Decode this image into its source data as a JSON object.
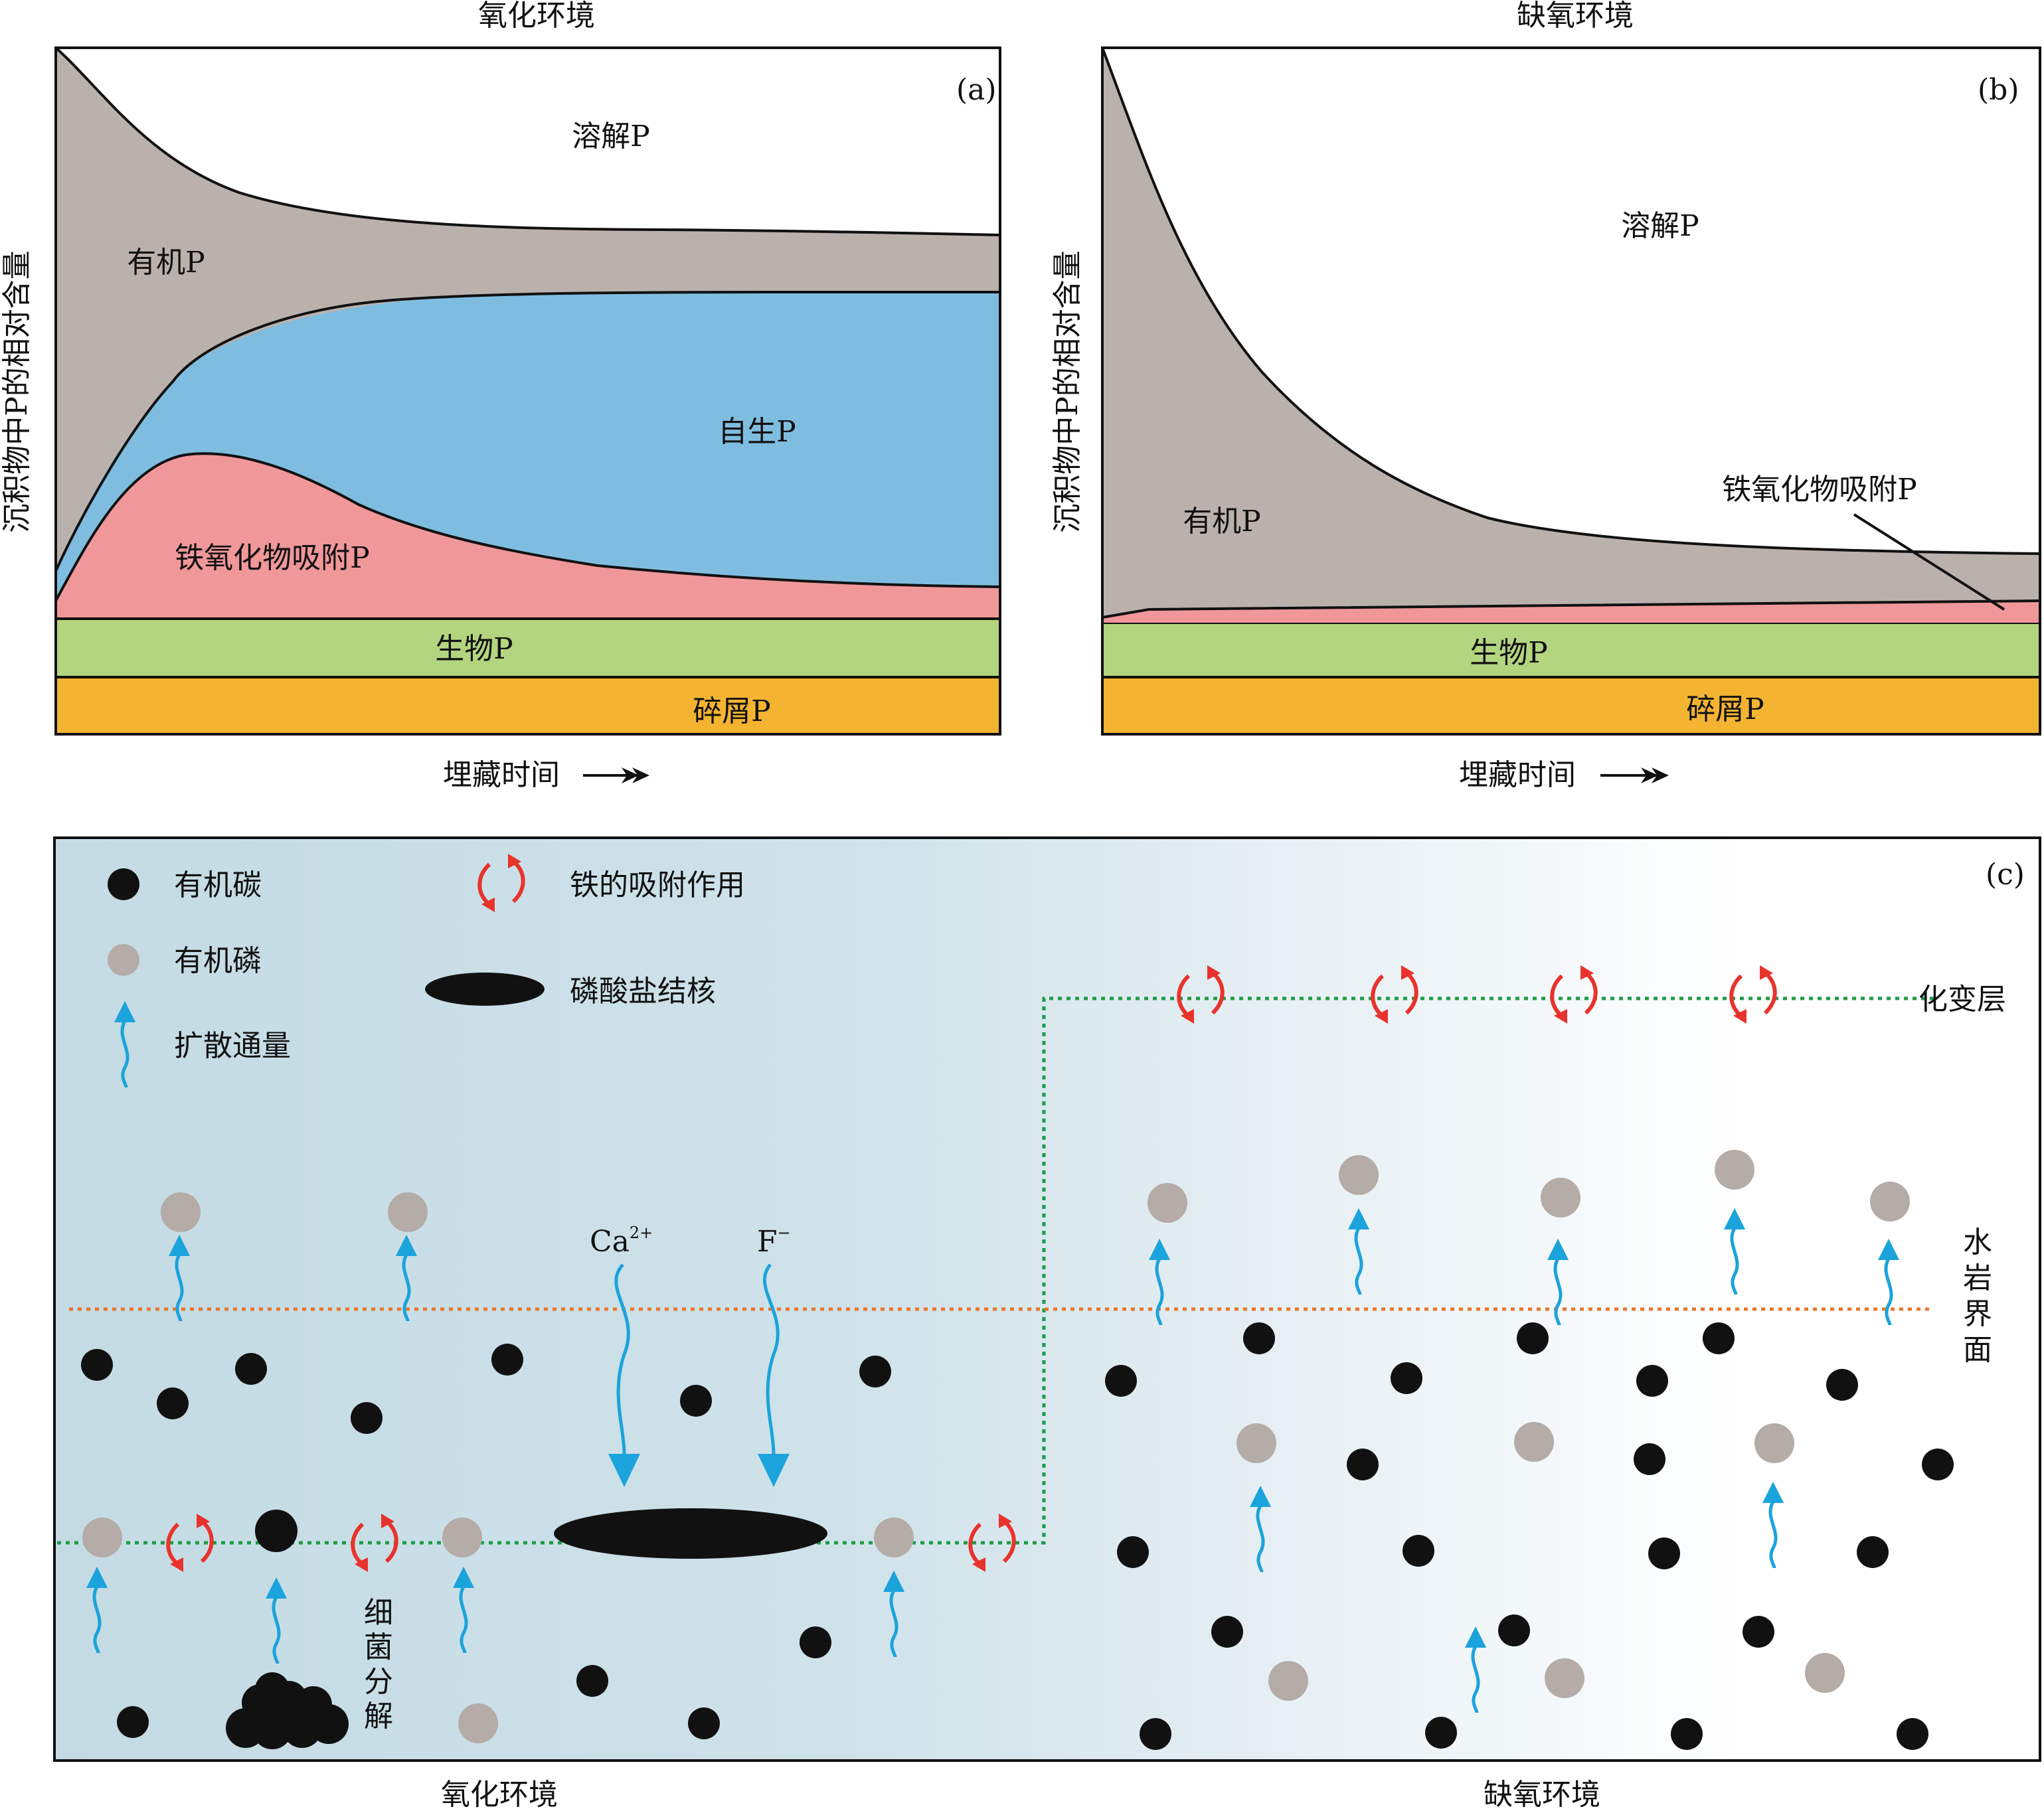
{
  "panel_a": {
    "top_title": "氧化环境",
    "letter": "(a)",
    "y_axis_label": "沉积物中P的相对含量",
    "x_axis_label": "埋藏时间",
    "bands": {
      "dissolved": "溶解P",
      "organic": "有机P",
      "authigenic": "自生P",
      "fe_oxide": "铁氧化物吸附P",
      "biogenic": "生物P",
      "detrital": "碎屑P"
    }
  },
  "panel_b": {
    "top_title": "缺氧环境",
    "letter": "(b)",
    "y_axis_label": "沉积物中P的相对含量",
    "x_axis_label": "埋藏时间",
    "bands": {
      "dissolved": "溶解P",
      "organic": "有机P",
      "fe_oxide": "铁氧化物吸附P",
      "biogenic": "生物P",
      "detrital": "碎屑P"
    }
  },
  "panel_c": {
    "letter": "(c)",
    "legend": {
      "organic_carbon": "有机碳",
      "organic_phosphorus": "有机磷",
      "diffusion_flux": "扩散通量",
      "iron_adsorption": "铁的吸附作用",
      "phosphate_nodule": "磷酸盐结核"
    },
    "chemocline": "化变层",
    "sediment_water_interface": [
      "水",
      "岩",
      "界",
      "面"
    ],
    "bacterial_decomposition": [
      "细",
      "菌",
      "分",
      "解"
    ],
    "ion_ca": "Ca",
    "ion_ca_charge": "2+",
    "ion_f": "F",
    "ion_f_charge": "−",
    "bottom_left_label": "氧化环境",
    "bottom_right_label": "缺氧环境"
  },
  "colors": {
    "organic_p": "#bbb1ac",
    "authigenic_p": "#7fbde0",
    "fe_oxide_p": "#f0979a",
    "biogenic_p": "#b4d57f",
    "detrital_p": "#f4b431",
    "oxic_bg": "#c8dde6",
    "diffusion_arrow": "#1ba3dc",
    "iron_arrow": "#e8332c",
    "chemocline_line": "#1e9c45",
    "interface_line": "#e8772e",
    "organic_p_dot": "#b5aca7"
  }
}
